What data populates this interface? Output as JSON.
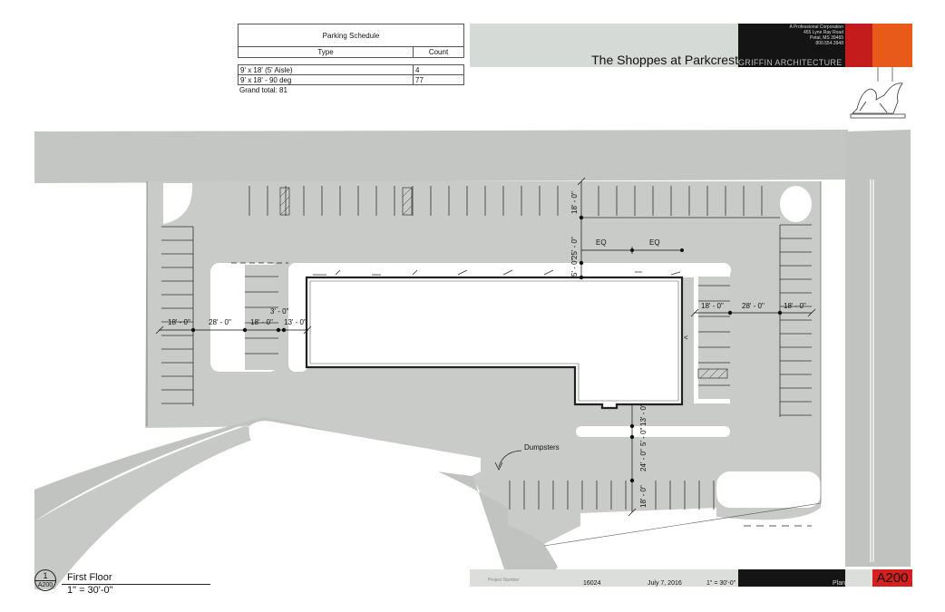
{
  "schedule": {
    "title": "Parking Schedule",
    "col_type": "Type",
    "col_count": "Count",
    "rows": [
      {
        "type": "9' x 18' (5' Aisle)",
        "count": "4"
      },
      {
        "type": "9' x 18' - 90 deg",
        "count": "77"
      }
    ],
    "grand_total": "Grand total: 81"
  },
  "title_block": {
    "project_title": "The Shoppes at Parkcrest",
    "firm_name": "GRIFFIN ARCHITECTURE",
    "firm_address": [
      "A Professional Corporation",
      "455 Lyne Ray Road",
      "Petal, MS 39465",
      "800.554.3948"
    ],
    "project_number_label": "Project Number",
    "project_number": "16024",
    "date": "July 7, 2016",
    "scale": "1\" = 30'-0\"",
    "sheet_name": "Plan",
    "sheet_number": "A200"
  },
  "view": {
    "number": "1",
    "sheet_ref": "A200",
    "name": "First Floor",
    "scale": "1\" = 30'-0\""
  },
  "annotations": {
    "dumpsters": "Dumpsters",
    "eq_left": "EQ",
    "eq_right": "EQ"
  },
  "dimensions": {
    "d18_left": "18' - 0\"",
    "d28_left": "28' - 0\"",
    "d18_inner_left": "18' - 0\"",
    "d13_left": "13' - 0\"",
    "d3": "3' - 0\"",
    "d18_right_inner": "18' - 0\"",
    "d28_right": "28' - 0\"",
    "d18_right": "18' - 0\"",
    "d18_top": "18' - 0\"",
    "d25_top": "25' - 0\"",
    "d5_top": "5' - 0\"",
    "d13_bottom": "13' - 0\"",
    "d5_bottom": "5' - 0\"",
    "d24_bottom": "24' - 0\"",
    "d18_bottom": "18' - 0\""
  },
  "colors": {
    "pavement": "#c8cbc8",
    "road": "#c0c3bf",
    "title_red": "#c41c1c",
    "title_orange": "#e85a1a",
    "title_black": "#141414"
  }
}
